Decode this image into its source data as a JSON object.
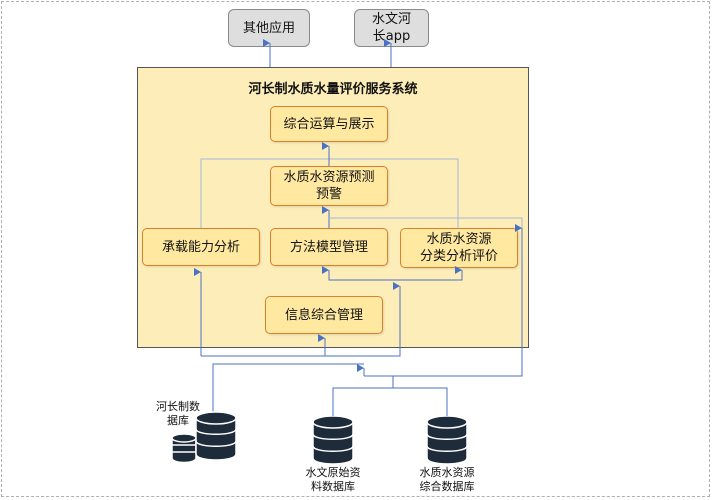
{
  "top": {
    "other_apps": "其他应用",
    "hydro_app": "水文河\n长app"
  },
  "system": {
    "title": "河长制水质水量评价服务系统",
    "comprehensive": "综合运算与展示",
    "forecast": "水质水资源预测\n预警",
    "capacity": "承载能力分析",
    "method": "方法模型管理",
    "classify": "水质水资源\n分类分析评价",
    "info": "信息综合管理"
  },
  "databases": {
    "river_chief": "河长制数\n据库",
    "hydro_raw": "水文原始资\n料数据库",
    "wq_comprehensive": "水质水资源\n综合数据库"
  },
  "colors": {
    "system_fill": "#fdeeb9",
    "module_fill": "#ffe9a0",
    "module_border": "#d9822b",
    "app_fill": "#dedede",
    "connector": "#4a72c4",
    "connector_light": "#a8b8d8",
    "database": "#1e2b3a"
  },
  "icons": [
    "database-icon",
    "arrow-up-icon"
  ]
}
